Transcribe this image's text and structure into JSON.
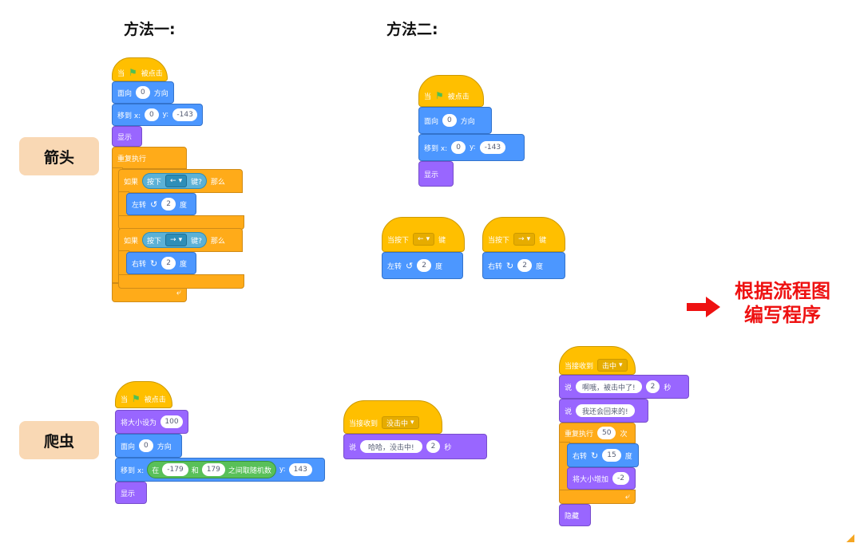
{
  "headings": {
    "method1": "方法一:",
    "method2": "方法二:"
  },
  "labels": {
    "arrow_label": "箭头",
    "bug_label": "爬虫"
  },
  "callout": {
    "line1": "根据流程图",
    "line2": "编写程序",
    "color": "#ee1111"
  },
  "colors": {
    "event": "#ffbf00",
    "motion": "#4c97ff",
    "looks": "#9966ff",
    "control": "#ffab19",
    "operators": "#59c059",
    "sensing": "#5cb1d6",
    "label_bg": "#f9d8b4"
  },
  "m1": {
    "when_flag": {
      "prefix": "当",
      "suffix": "被点击",
      "icon": "green-flag-icon"
    },
    "point": {
      "prefix": "面向",
      "value": "0",
      "suffix": "方向"
    },
    "goto": {
      "prefix": "移到 x:",
      "x": "0",
      "ylabel": "y:",
      "y": "-143"
    },
    "show": "显示",
    "forever": "重复执行",
    "if1": {
      "if_label": "如果",
      "press": "按下",
      "key": "←",
      "key_suffix": "键?",
      "then": "那么"
    },
    "turn_left": {
      "prefix": "左转",
      "value": "2",
      "suffix": "度",
      "icon": "rotate-left-icon"
    },
    "if2": {
      "if_label": "如果",
      "press": "按下",
      "key": "→",
      "key_suffix": "键?",
      "then": "那么"
    },
    "turn_right": {
      "prefix": "右转",
      "value": "2",
      "suffix": "度",
      "icon": "rotate-right-icon"
    }
  },
  "m2": {
    "when_flag": {
      "prefix": "当",
      "suffix": "被点击"
    },
    "point": {
      "prefix": "面向",
      "value": "0",
      "suffix": "方向"
    },
    "goto": {
      "prefix": "移到 x:",
      "x": "0",
      "ylabel": "y:",
      "y": "-143"
    },
    "show": "显示",
    "key_left": {
      "prefix": "当按下",
      "key": "←",
      "suffix": "键"
    },
    "turn_left": {
      "prefix": "左转",
      "value": "2",
      "suffix": "度"
    },
    "key_right": {
      "prefix": "当按下",
      "key": "→",
      "suffix": "键"
    },
    "turn_right": {
      "prefix": "右转",
      "value": "2",
      "suffix": "度"
    }
  },
  "bug": {
    "when_flag": {
      "prefix": "当",
      "suffix": "被点击"
    },
    "size": {
      "prefix": "将大小设为",
      "value": "100"
    },
    "point": {
      "prefix": "面向",
      "value": "0",
      "suffix": "方向"
    },
    "goto": {
      "prefix": "移到 x:",
      "in": "在",
      "min": "-179",
      "and": "和",
      "max": "179",
      "rand": "之间取随机数",
      "ylabel": "y:",
      "y": "143"
    },
    "show": "显示"
  },
  "recv_miss": {
    "hat": {
      "prefix": "当接收到",
      "message": "没击中"
    },
    "say": {
      "prefix": "说",
      "text": "哈哈，没击中!",
      "secs": "2",
      "suffix": "秒"
    }
  },
  "recv_hit": {
    "hat": {
      "prefix": "当接收到",
      "message": "击中"
    },
    "say1": {
      "prefix": "说",
      "text": "啊哦，被击中了!",
      "secs": "2",
      "suffix": "秒"
    },
    "say2": {
      "prefix": "说",
      "text": "我还会回来的!"
    },
    "repeat": {
      "prefix": "重复执行",
      "count": "50",
      "suffix": "次"
    },
    "turn": {
      "prefix": "右转",
      "value": "15",
      "suffix": "度"
    },
    "size": {
      "prefix": "将大小增加",
      "value": "-2"
    },
    "hide": "隐藏"
  }
}
